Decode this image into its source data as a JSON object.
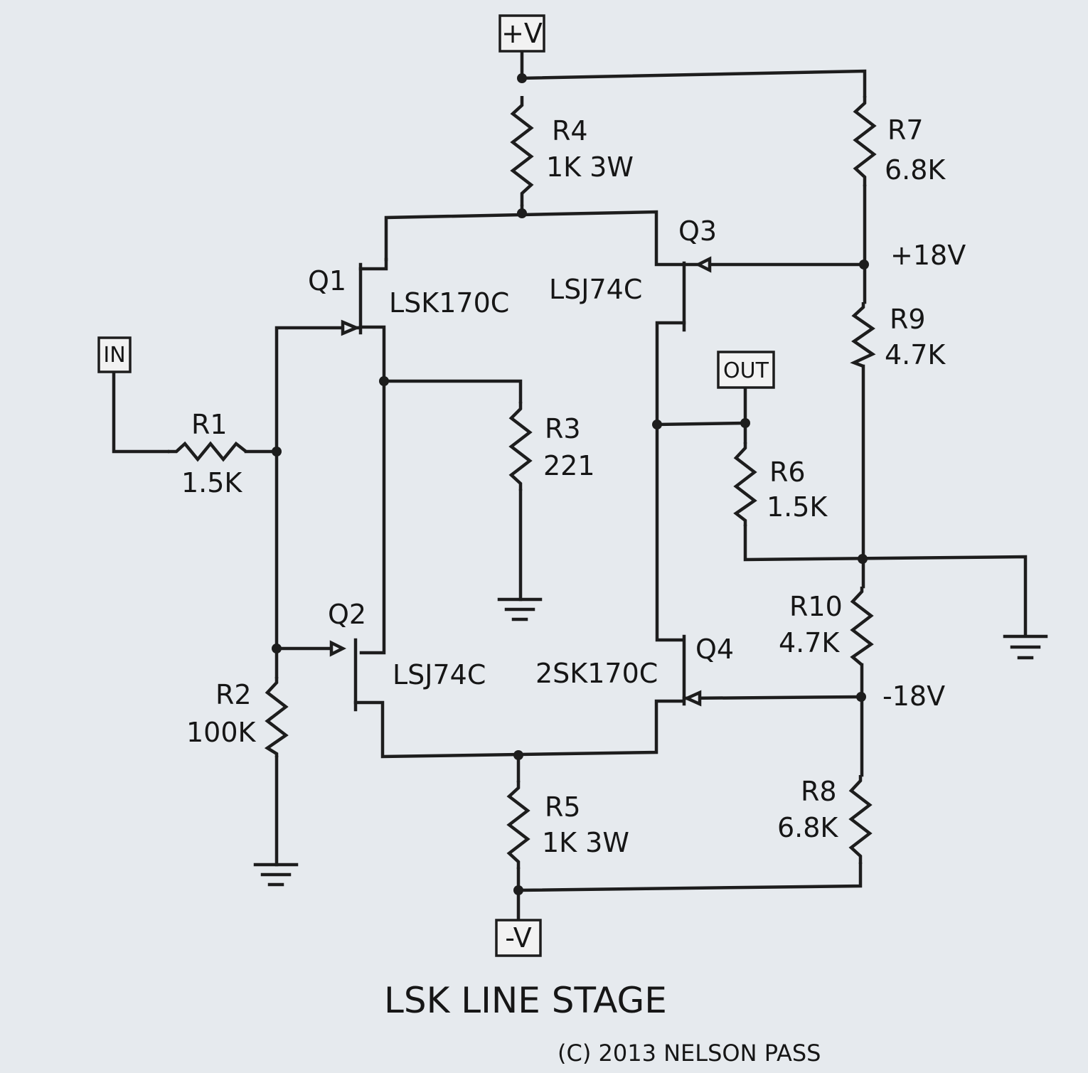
{
  "title": "LSK LINE STAGE",
  "copyright": "(C) 2013 NELSON PASS",
  "terminals": {
    "vplus": "+V",
    "vminus": "-V",
    "in": "IN",
    "out": "OUT"
  },
  "rails": {
    "pos": "+18V",
    "neg": "-18V"
  },
  "resistors": {
    "r1": {
      "ref": "R1",
      "value": "1.5K"
    },
    "r2": {
      "ref": "R2",
      "value": "100K"
    },
    "r3": {
      "ref": "R3",
      "value": "221"
    },
    "r4": {
      "ref": "R4",
      "value": "1K 3W"
    },
    "r5": {
      "ref": "R5",
      "value": "1K 3W"
    },
    "r6": {
      "ref": "R6",
      "value": "1.5K"
    },
    "r7": {
      "ref": "R7",
      "value": "6.8K"
    },
    "r8": {
      "ref": "R8",
      "value": "6.8K"
    },
    "r9": {
      "ref": "R9",
      "value": "4.7K"
    },
    "r10": {
      "ref": "R10",
      "value": "4.7K"
    }
  },
  "transistors": {
    "q1": {
      "ref": "Q1",
      "part": "LSK170C"
    },
    "q2": {
      "ref": "Q2",
      "part": "LSJ74C"
    },
    "q3": {
      "ref": "Q3",
      "part": "LSJ74C"
    },
    "q4": {
      "ref": "Q4",
      "part": "2SK170C"
    }
  }
}
